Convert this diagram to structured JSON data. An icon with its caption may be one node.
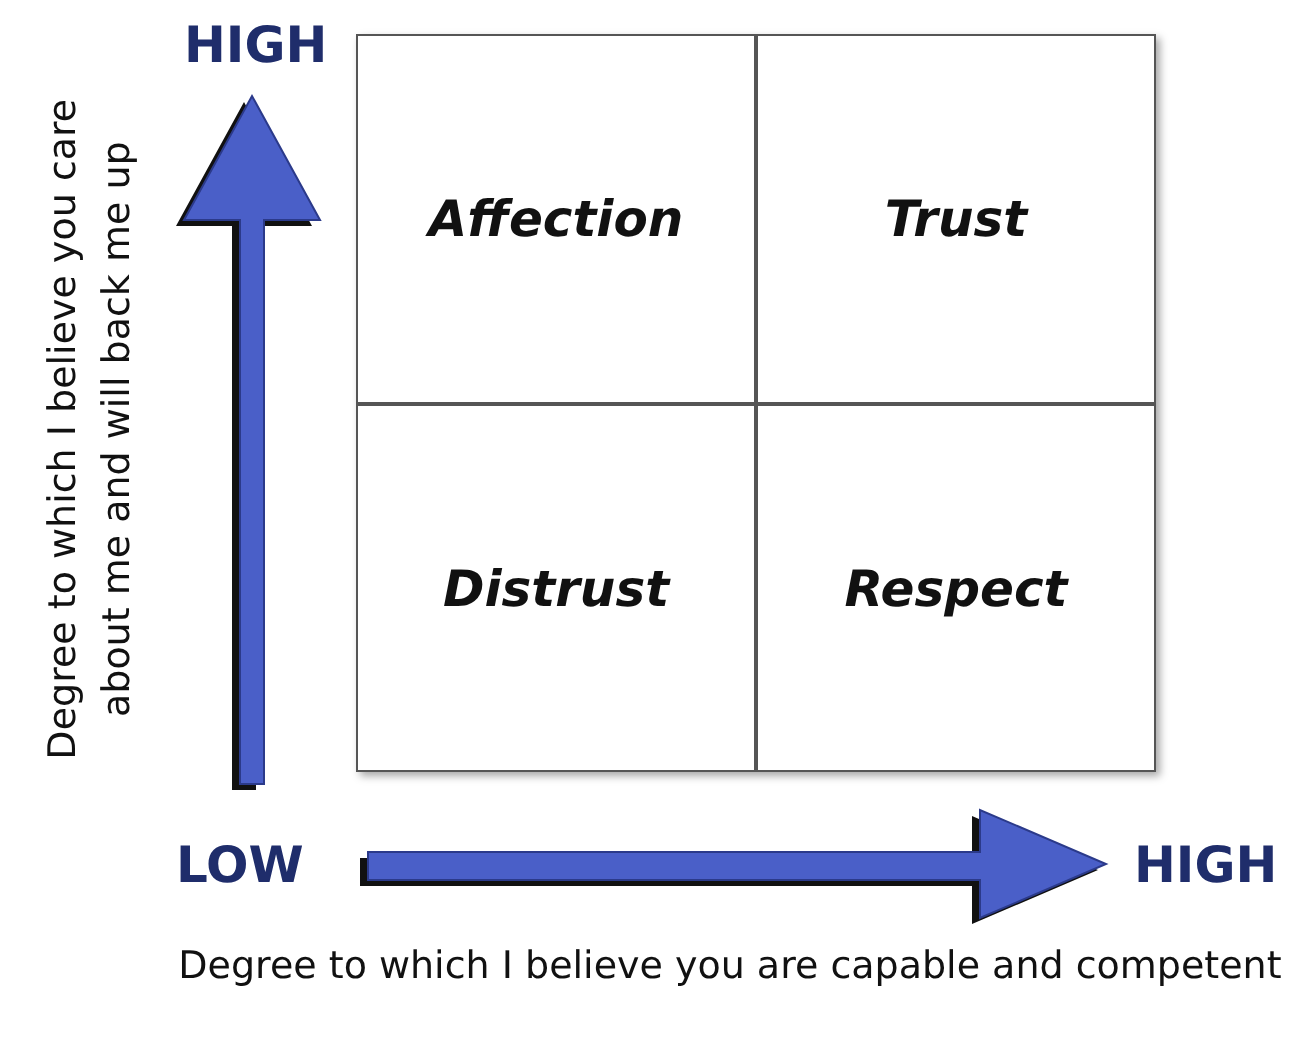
{
  "diagram": {
    "nodes": [
      {
        "text": [
          "Affection"
        ]
      },
      {
        "text": [
          "Trust"
        ]
      },
      {
        "text": [
          "Distrust"
        ]
      },
      {
        "text": [
          "Respect"
        ]
      }
    ],
    "edges": [],
    "labels": [
      "HIGH",
      "Degree to which I believe you care about me and will back me up",
      "LOW",
      "HIGH",
      "Degree to which I believe you are capable and competent"
    ]
  }
}
